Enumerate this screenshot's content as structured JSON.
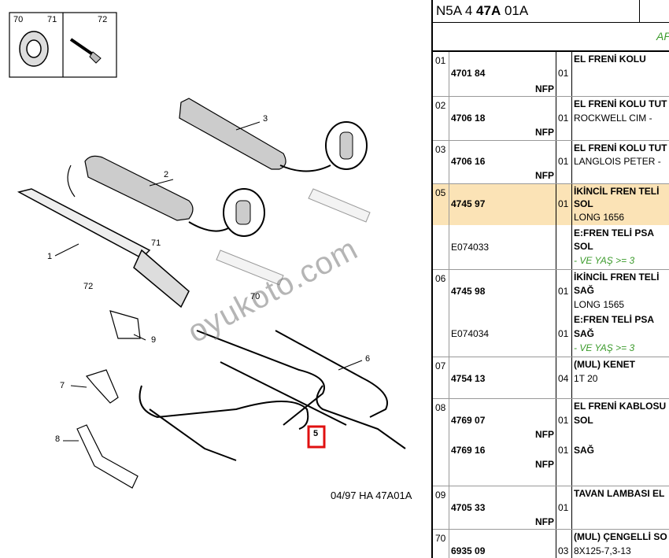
{
  "header": {
    "ref_pre": "N5A 4 ",
    "ref_bold": "47A",
    "ref_post": " 01A",
    "app_label": "AP"
  },
  "diagram": {
    "reference": "04/97 HA 47A01A",
    "watermark": "oyukoto.com",
    "callouts": [
      "70",
      "71",
      "72",
      "3",
      "2",
      "1",
      "71",
      "72",
      "70",
      "9",
      "6",
      "7",
      "5",
      "8"
    ]
  },
  "parts": [
    {
      "num": "01",
      "pn": "4701 84",
      "nfp": "NFP",
      "qty": "01",
      "lines": [
        "EL FRENİ KOLU"
      ]
    },
    {
      "num": "02",
      "pn": "4706 18",
      "nfp": "NFP",
      "qty": "01",
      "lines": [
        "EL FRENİ KOLU TUT",
        "ROCKWELL CIM -"
      ]
    },
    {
      "num": "03",
      "pn": "4706 16",
      "nfp": "NFP",
      "qty": "01",
      "lines": [
        "EL FRENİ KOLU TUT",
        "LANGLOIS PETER -"
      ]
    },
    {
      "num": "05",
      "pn": "4745 97",
      "qty": "01",
      "pn2": "E074033",
      "lines": [
        "İKİNCİL FREN TELİ",
        "SOL",
        "LONG 1656",
        "E:FREN TELİ PSA",
        "SOL",
        "- VE YAŞ >= 3"
      ]
    },
    {
      "num": "06",
      "pn": "4745 98",
      "qty": "01",
      "pn2": "E074034",
      "qty2": "01",
      "lines": [
        "İKİNCİL FREN TELİ",
        "SAĞ",
        "LONG 1565",
        "E:FREN TELİ PSA",
        "SAĞ",
        "- VE YAŞ >= 3"
      ]
    },
    {
      "num": "07",
      "pn": "4754 13",
      "qty": "04",
      "lines": [
        "(MUL) KENET",
        "1T 20"
      ]
    },
    {
      "num": "08",
      "pn": "4769 07",
      "nfp": "NFP",
      "qty": "01",
      "pn2": "4769 16",
      "nfp2": "NFP",
      "qty2": "01",
      "lines": [
        "EL FRENİ KABLOSU",
        "SOL",
        "SAĞ"
      ]
    },
    {
      "num": "09",
      "pn": "4705 33",
      "nfp": "NFP",
      "qty": "01",
      "lines": [
        "TAVAN LAMBASI EL"
      ]
    },
    {
      "num": "70",
      "pn": "6935 09",
      "qty": "03",
      "lines": [
        "(MUL) ÇENGELLİ SO",
        "8X125-7,3-13"
      ]
    }
  ],
  "colors": {
    "highlight": "#fbe3b6",
    "green": "#3a9a2a",
    "callout_box": "#e01010"
  }
}
